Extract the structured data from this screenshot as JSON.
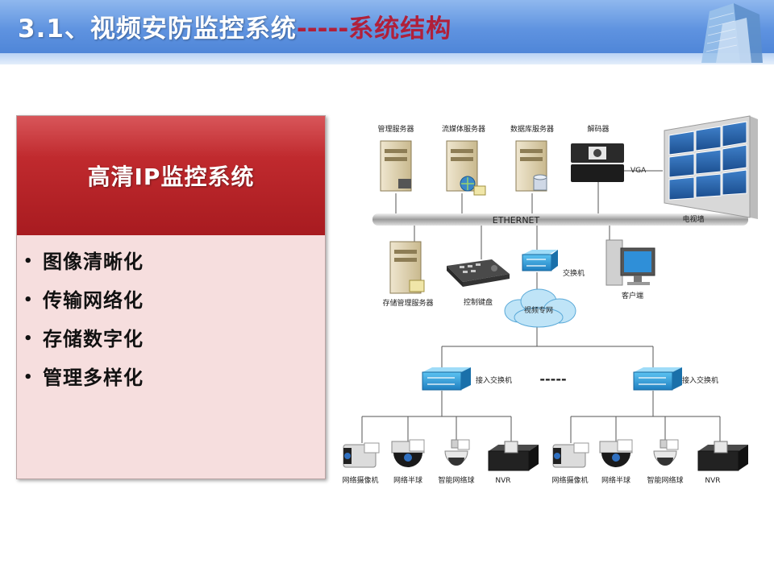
{
  "header": {
    "title_main": "3.1、视频安防监控系统",
    "title_separator": "-----",
    "title_sub": "系统结构"
  },
  "panel": {
    "title": "高清IP监控系统",
    "bullets": [
      "图像清晰化",
      "传输网络化",
      "存储数字化",
      "管理多样化"
    ]
  },
  "diagram": {
    "labels": {
      "mgmt_server": "管理服务器",
      "stream_server": "流媒体服务器",
      "db_server": "数据库服务器",
      "decoder": "解码器",
      "vga": "VGA",
      "tv_wall": "电视墙",
      "ethernet": "ETHERNET",
      "storage_server": "存储管理服务器",
      "keyboard": "控制键盘",
      "switch": "交换机",
      "client": "客户端",
      "video_net": "视频专网",
      "access_switch_1": "接入交换机",
      "access_switch_2": "接入交换机",
      "ellipsis": "-----",
      "cam1_a": "网络摄像机",
      "cam1_b": "网络半球",
      "cam1_c": "智能网络球",
      "cam1_d": "NVR",
      "cam2_a": "网络摄像机",
      "cam2_b": "网络半球",
      "cam2_c": "智能网络球",
      "cam2_d": "NVR"
    }
  },
  "colors": {
    "header_blue": "#5f93e0",
    "title_red": "#b0203a",
    "panel_red": "#c02a2e",
    "panel_body": "#f6dede",
    "switch_blue": "#2c8fd0"
  }
}
